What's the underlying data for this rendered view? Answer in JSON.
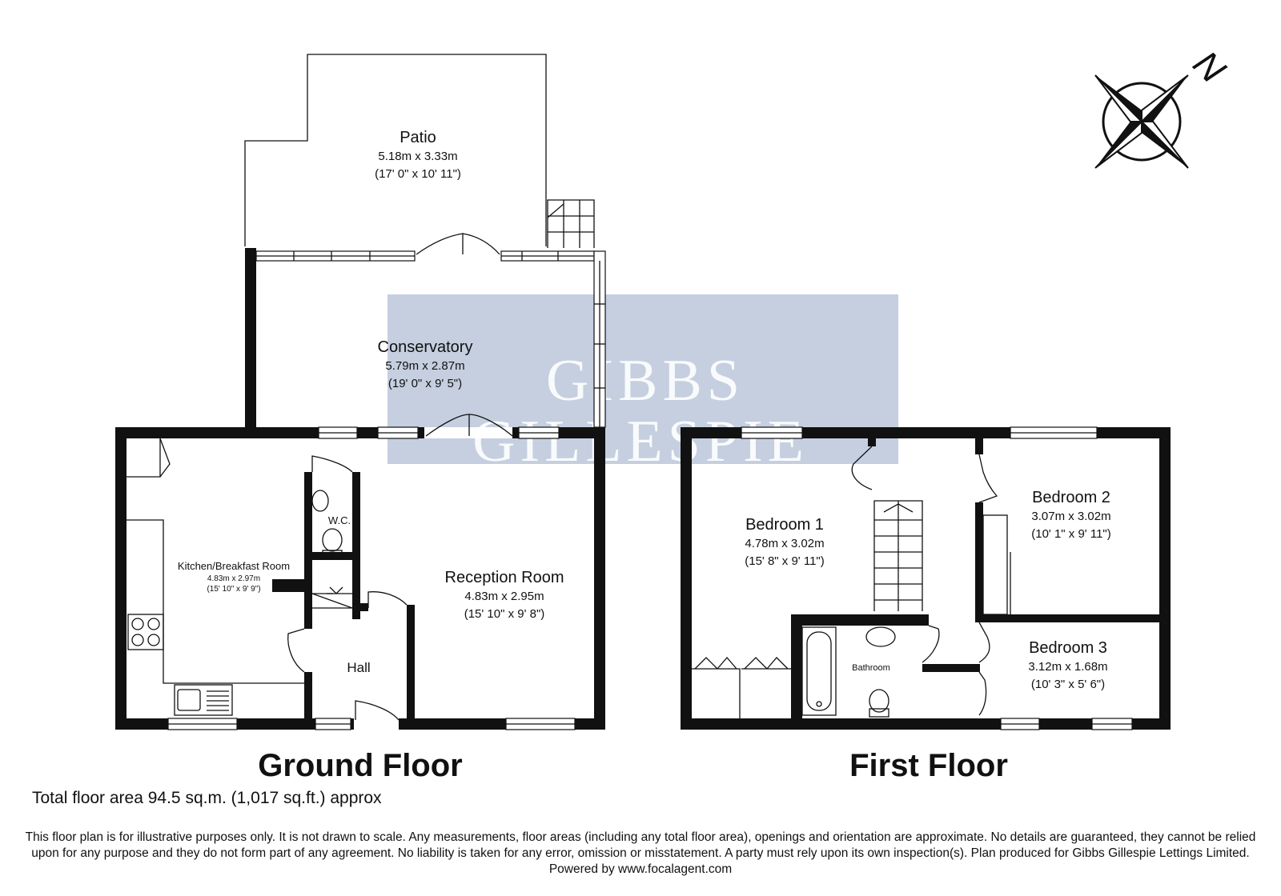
{
  "ground_floor": {
    "title": "Ground Floor",
    "rooms": {
      "patio": {
        "name": "Patio",
        "metric": "5.18m x 3.33m",
        "imperial": "(17' 0\" x 10' 11\")"
      },
      "conservatory": {
        "name": "Conservatory",
        "metric": "5.79m x 2.87m",
        "imperial": "(19' 0\" x 9' 5\")"
      },
      "kitchen": {
        "name": "Kitchen/Breakfast Room",
        "metric": "4.83m x 2.97m",
        "imperial": "(15' 10\" x 9' 9\")"
      },
      "wc": {
        "name": "W.C."
      },
      "reception": {
        "name": "Reception Room",
        "metric": "4.83m x 2.95m",
        "imperial": "(15' 10\" x 9' 8\")"
      },
      "hall": {
        "name": "Hall"
      }
    }
  },
  "first_floor": {
    "title": "First Floor",
    "rooms": {
      "bedroom1": {
        "name": "Bedroom 1",
        "metric": "4.78m x 3.02m",
        "imperial": "(15' 8\" x 9' 11\")"
      },
      "bedroom2": {
        "name": "Bedroom 2",
        "metric": "3.07m x 3.02m",
        "imperial": "(10' 1\" x 9' 11\")"
      },
      "bedroom3": {
        "name": "Bedroom 3",
        "metric": "3.12m x 1.68m",
        "imperial": "(10' 3\" x 5' 6\")"
      },
      "bathroom": {
        "name": "Bathroom"
      }
    }
  },
  "compass": {
    "label": "N",
    "icon": "compass-rose-icon"
  },
  "watermark": {
    "line1": "GIBBS",
    "line2": "GILLESPIE",
    "color": "#c5cfe0"
  },
  "total_area": "Total floor area 94.5 sq.m. (1,017 sq.ft.) approx",
  "disclaimer": "This floor plan is for illustrative purposes only. It is not drawn to scale. Any measurements, floor areas (including any total floor area), openings and orientation are approximate. No details are guaranteed, they cannot be relied upon for any purpose and they do not form part of any agreement. No liability is taken for any error, omission or misstatement. A party must rely upon its own inspection(s). Plan produced for Gibbs Gillespie Lettings Limited. Powered by www.focalagent.com"
}
